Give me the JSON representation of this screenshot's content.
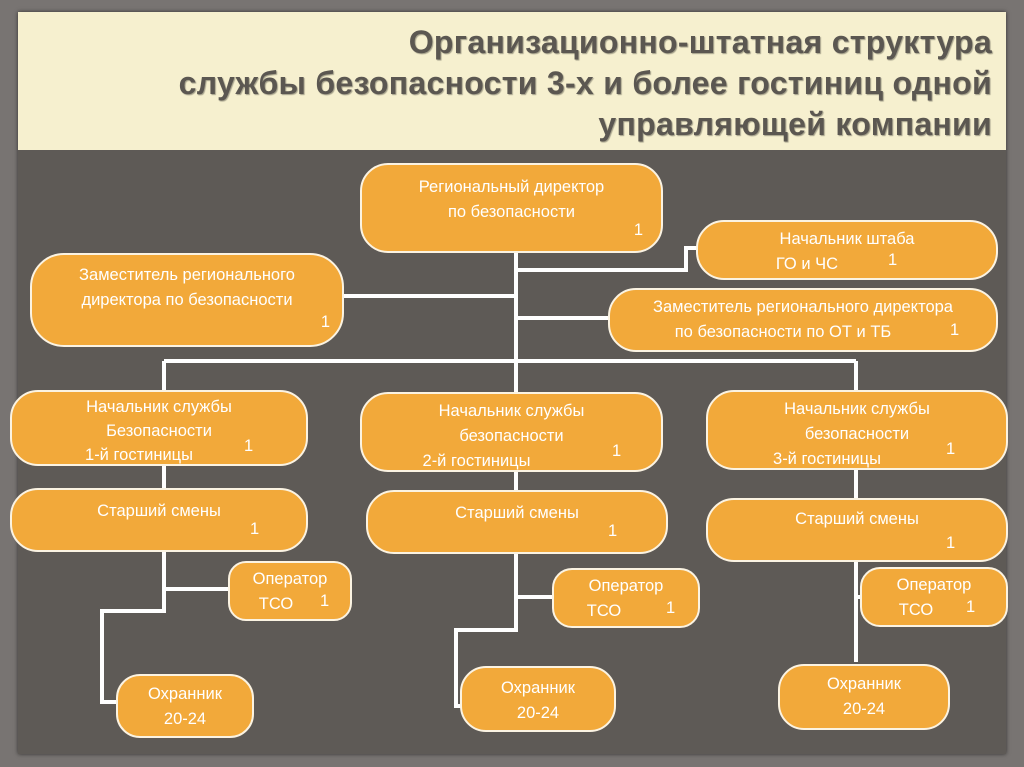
{
  "slide": {
    "title": [
      "Организационно-штатная структура",
      "службы безопасности 3-х и более гостиниц одной",
      "управляющей компании"
    ]
  },
  "colors": {
    "node_fill": "#f2a93a",
    "node_border": "#fbf3e2",
    "connector": "#ffffff",
    "background": "#5e5a56",
    "title_band": "#f6f0cf"
  },
  "nodes": {
    "regional_director": {
      "lines": [
        "Региональный директор",
        "по безопасности"
      ],
      "count": "1"
    },
    "chief_of_staff": {
      "lines": [
        "Начальник штаба",
        "ГО и ЧС"
      ],
      "count": "1"
    },
    "deputy_left": {
      "lines": [
        "Заместитель регионального",
        "директора по безопасности"
      ],
      "count": "1"
    },
    "deputy_right": {
      "lines": [
        "Заместитель регионального директора",
        "по безопасности по ОТ и ТБ"
      ],
      "count": "1"
    },
    "head_hotel_1": {
      "lines": [
        "Начальник службы",
        "Безопасности",
        "1-й гостиницы"
      ],
      "count": "1"
    },
    "head_hotel_2": {
      "lines": [
        "Начальник службы",
        "безопасности",
        "2-й гостиницы"
      ],
      "count": "1"
    },
    "head_hotel_3": {
      "lines": [
        "Начальник службы",
        "безопасности",
        "3-й гостиницы"
      ],
      "count": "1"
    },
    "shift_1": {
      "lines": [
        "Старший смены"
      ],
      "count": "1"
    },
    "shift_2": {
      "lines": [
        "Старший смены"
      ],
      "count": "1"
    },
    "shift_3": {
      "lines": [
        "Старший смены"
      ],
      "count": "1"
    },
    "operator_1": {
      "lines": [
        "Оператор",
        "ТСО"
      ],
      "count": "1"
    },
    "operator_2": {
      "lines": [
        "Оператор",
        "ТСО"
      ],
      "count": "1"
    },
    "operator_3": {
      "lines": [
        "Оператор",
        "ТСО"
      ],
      "count": "1"
    },
    "guard_1": {
      "lines": [
        "Охранник",
        "20-24"
      ]
    },
    "guard_2": {
      "lines": [
        "Охранник",
        "20-24"
      ]
    },
    "guard_3": {
      "lines": [
        "Охранник",
        "20-24"
      ]
    }
  }
}
